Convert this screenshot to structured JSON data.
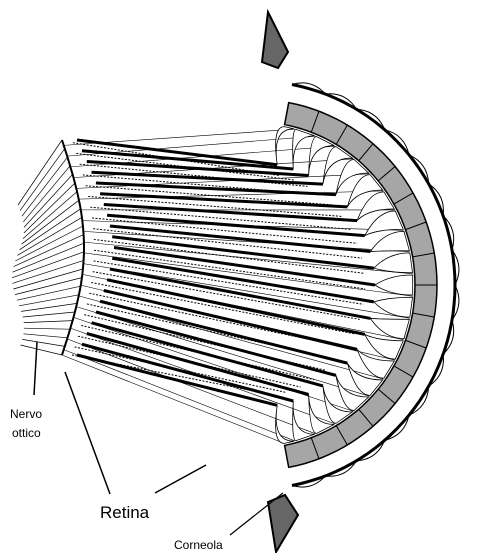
{
  "labels": {
    "nerve_line1": "Nervo",
    "nerve_line2": "ottico",
    "retina": "Retina",
    "cornea": "Corneola"
  },
  "colors": {
    "ink": "#000000",
    "cornea_fill": "#a6a6a6",
    "background": "#ffffff"
  }
}
